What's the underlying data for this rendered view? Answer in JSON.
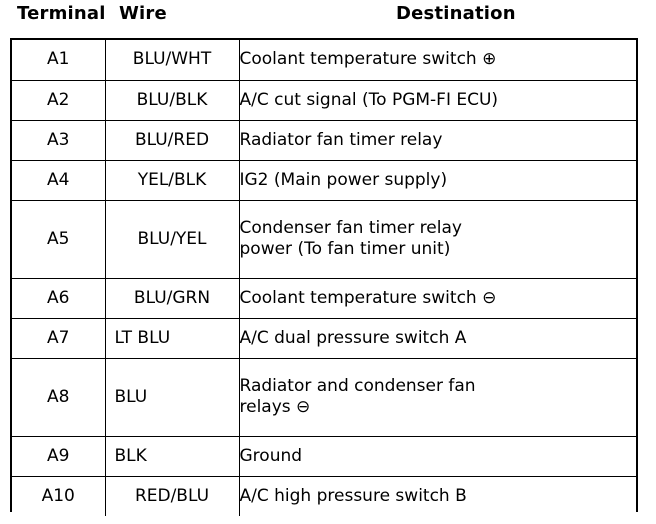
{
  "headers": {
    "terminal": "Terminal",
    "wire": "Wire",
    "destination": "Destination"
  },
  "rows": [
    {
      "terminal": "A1",
      "wire": "BLU/WHT",
      "wire_align": "center",
      "destination": "Coolant temperature switch ⊕",
      "line1": "Coolant temperature switch ⊕",
      "line2": "",
      "tall": false
    },
    {
      "terminal": "A2",
      "wire": "BLU/BLK",
      "wire_align": "center",
      "destination": "A/C cut signal (To PGM-FI ECU)",
      "line1": "A/C cut signal (To PGM-FI ECU)",
      "line2": "",
      "tall": false
    },
    {
      "terminal": "A3",
      "wire": "BLU/RED",
      "wire_align": "center",
      "destination": "Radiator fan timer relay",
      "line1": "Radiator fan timer relay",
      "line2": "",
      "tall": false
    },
    {
      "terminal": "A4",
      "wire": "YEL/BLK",
      "wire_align": "center",
      "destination": "IG2 (Main power supply)",
      "line1": "IG2 (Main power supply)",
      "line2": "",
      "tall": false
    },
    {
      "terminal": "A5",
      "wire": "BLU/YEL",
      "wire_align": "center",
      "destination": "Condenser fan timer relay power (To fan timer unit)",
      "line1": "Condenser fan timer relay",
      "line2": "power (To fan timer unit)",
      "tall": true
    },
    {
      "terminal": "A6",
      "wire": "BLU/GRN",
      "wire_align": "center",
      "destination": "Coolant temperature switch ⊖",
      "line1": "Coolant temperature switch ⊖",
      "line2": "",
      "tall": false
    },
    {
      "terminal": "A7",
      "wire": "LT BLU",
      "wire_align": "left",
      "destination": "A/C dual pressure switch A",
      "line1": "A/C dual pressure switch A",
      "line2": "",
      "tall": false
    },
    {
      "terminal": "A8",
      "wire": "BLU",
      "wire_align": "left",
      "destination": "Radiator and condenser fan relays ⊖",
      "line1": "Radiator and condenser fan",
      "line2": "relays ⊖",
      "tall": true
    },
    {
      "terminal": "A9",
      "wire": "BLK",
      "wire_align": "left",
      "destination": "Ground",
      "line1": "Ground",
      "line2": "",
      "tall": false
    },
    {
      "terminal": "A10",
      "wire": "RED/BLU",
      "wire_align": "center",
      "destination": "A/C high pressure switch B",
      "line1": "A/C high pressure switch B",
      "line2": "",
      "tall": false
    }
  ],
  "colors": {
    "ink": "#000000",
    "paper": "#ffffff"
  }
}
